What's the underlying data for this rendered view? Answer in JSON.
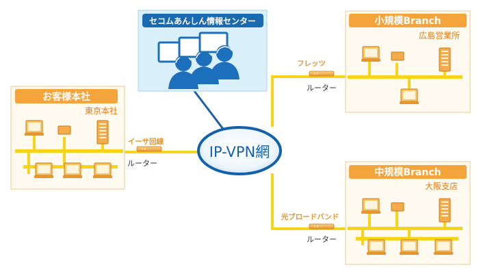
{
  "center": {
    "label": "セコムあんしん情報センター"
  },
  "network": {
    "label": "IP-VPN網"
  },
  "hq": {
    "header": "お客様本社",
    "location": "東京本社"
  },
  "small_branch": {
    "header": "小規模Branch",
    "location": "広島営業所"
  },
  "mid_branch": {
    "header": "中規模Branch",
    "location": "大阪支店"
  },
  "links": {
    "ethernet": "イーサ回線",
    "flets": "フレッツ",
    "broadband": "光ブロードバンド",
    "router": "ルーター"
  },
  "colors": {
    "orange": "#f5a33b",
    "line_yellow": "#f7d31c",
    "branch_fill": "#fffaf0",
    "branch_border": "#f0d3a0",
    "center_fill": "#d9f0fb",
    "center_header": "#1a6ab1",
    "cloud_blue": "#1461ab",
    "operator_blue": "#1c6fba"
  }
}
